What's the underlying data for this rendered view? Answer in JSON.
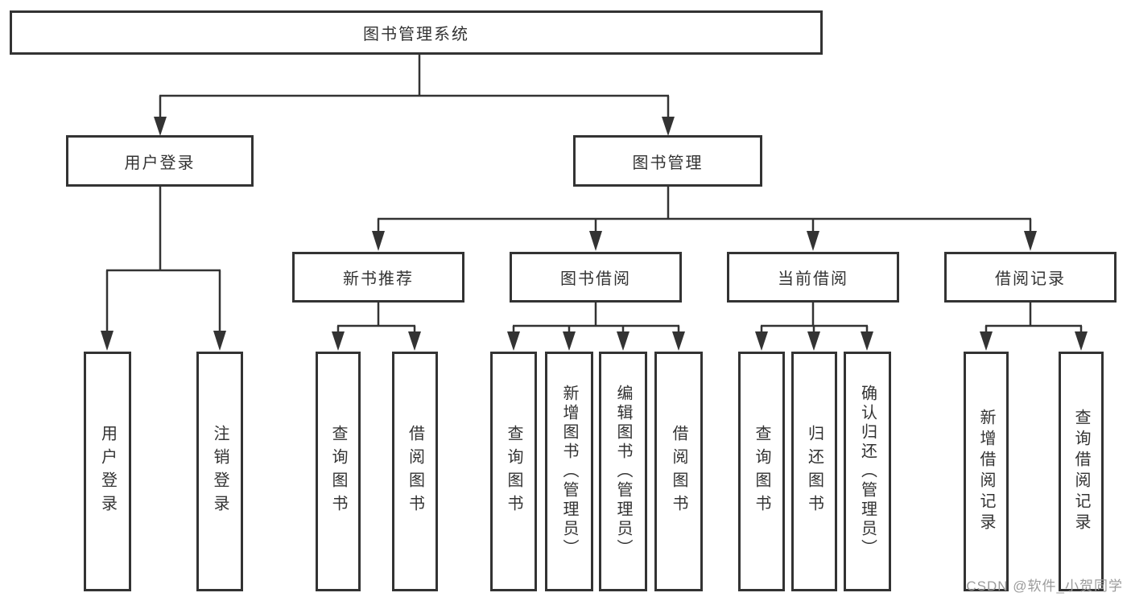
{
  "diagram": {
    "root": {
      "label": "图书管理系统"
    },
    "branches": [
      {
        "label": "用户登录",
        "children": [
          "用户登录",
          "注销登录"
        ]
      },
      {
        "label": "图书管理",
        "children": [
          {
            "label": "新书推荐",
            "children": [
              "查询图书",
              "借阅图书"
            ]
          },
          {
            "label": "图书借阅",
            "children": [
              "查询图书",
              "新增图书（管理员）",
              "编辑图书（管理员）",
              "借阅图书"
            ]
          },
          {
            "label": "当前借阅",
            "children": [
              "查询图书",
              "归还图书",
              "确认归还（管理员）"
            ]
          },
          {
            "label": "借阅记录",
            "children": [
              "新增借阅记录",
              "查询借阅记录"
            ]
          }
        ]
      }
    ],
    "colors": {
      "line": "#333333",
      "box_border": "#333333",
      "box_fill": "#ffffff",
      "text": "#333333",
      "background": "#ffffff"
    }
  },
  "watermark": {
    "text": "CSDN @软件_小贺同学",
    "color": "#9b9b9b"
  }
}
